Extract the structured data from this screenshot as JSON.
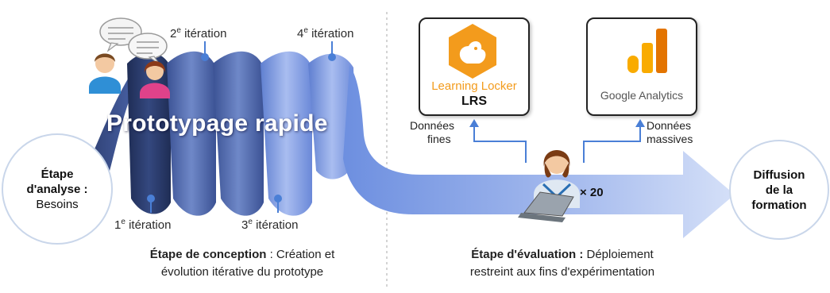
{
  "analysis": {
    "line1": "Étape",
    "line2": "d'analyse :",
    "line3": "Besoins"
  },
  "prototype_title": "Prototypage rapide",
  "iterations": {
    "i1": {
      "num": "1",
      "sup": "e",
      "text": " itération"
    },
    "i2": {
      "num": "2",
      "sup": "e",
      "text": " itération"
    },
    "i3": {
      "num": "3",
      "sup": "e",
      "text": " itération"
    },
    "i4": {
      "num": "4",
      "sup": "e",
      "text": " itération"
    }
  },
  "conception": {
    "bold": "Étape de conception",
    "rest": " : Création et",
    "line2": "évolution itérative du prototype"
  },
  "evaluation": {
    "bold": "Étape d'évaluation :",
    "rest": " Déploiement",
    "line2": "restreint aux fins d'expérimentation"
  },
  "learning_locker": {
    "name": "Learning Locker",
    "sub": "LRS"
  },
  "google_analytics": {
    "name": "Google Analytics"
  },
  "donnees_fines": {
    "line1": "Données",
    "line2": "fines"
  },
  "donnees_massives": {
    "line1": "Données",
    "line2": "massives"
  },
  "multiplier": "× 20",
  "diffusion": {
    "line1": "Diffusion",
    "line2": "de la",
    "line3": "formation"
  },
  "colors": {
    "spiral_dark": "#2c3e6e",
    "spiral_mid": "#4f68a8",
    "spiral_light": "#8fa8e6",
    "arrow": "#9db3e8",
    "connector": "#4a7fd6"
  }
}
